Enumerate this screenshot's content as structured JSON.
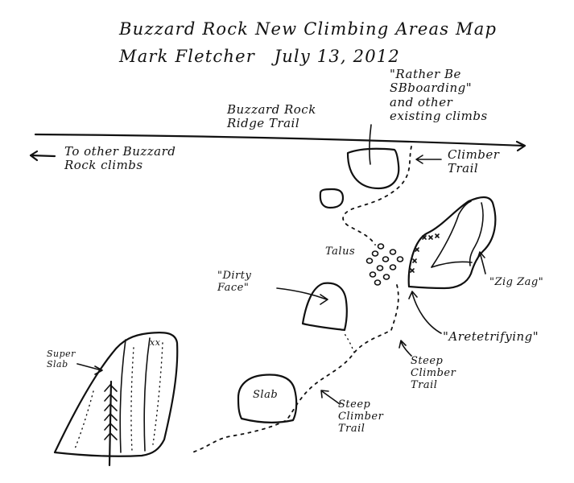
{
  "title": "Buzzard Rock New Climbing Areas Map",
  "author_date": "Mark Fletcher   July 13, 2012",
  "labels": {
    "existing_climbs": "\"Rather Be\nSBboarding\"\nand other\nexisting climbs",
    "ridge_trail": "Buzzard Rock\nRidge Trail",
    "other_climbs": "To other Buzzard\nRock climbs",
    "climber_trail_top": "Climber\nTrail",
    "talus": "Talus",
    "zig_zag": "\"Zig Zag\"",
    "dirty_face": "\"Dirty\nFace\"",
    "aretetrifying": "\"Aretetrifying\"",
    "steep_climber_trail_right": "Steep\nClimber\nTrail",
    "super_slab": "Super\nSlab",
    "slab": "Slab",
    "steep_climber_trail_left": "Steep\nClimber\nTrail",
    "route_mark": "xx"
  },
  "colors": {
    "ink": "#111111",
    "paper": "#ffffff"
  }
}
